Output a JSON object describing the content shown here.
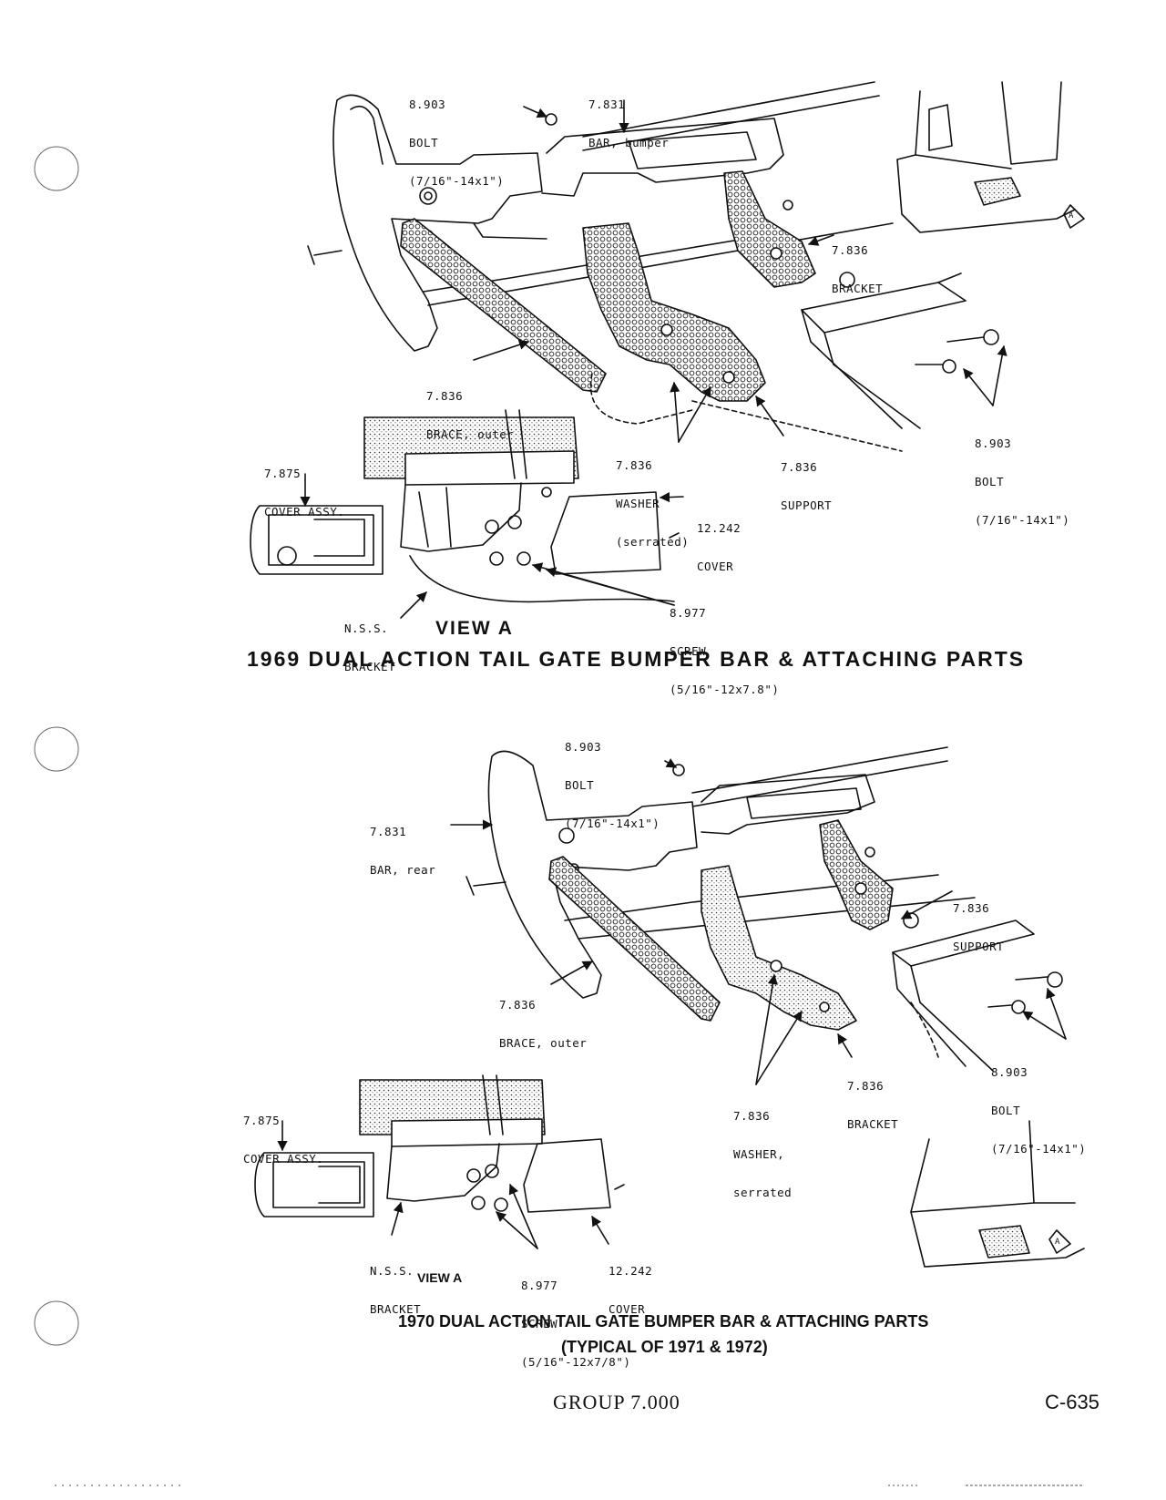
{
  "diagram1": {
    "title": "1969 DUAL ACTION TAIL GATE BUMPER BAR & ATTACHING PARTS",
    "view_label": "VIEW A",
    "callouts": [
      {
        "id": "bolt-top",
        "lines": [
          "8.903",
          "BOLT",
          "(7/16\"-14x1\")"
        ]
      },
      {
        "id": "bar-bumper",
        "lines": [
          "7.831",
          "BAR, bumper"
        ]
      },
      {
        "id": "bracket",
        "lines": [
          "7.836",
          "BRACKET"
        ]
      },
      {
        "id": "brace-outer",
        "lines": [
          "7.836",
          "BRACE, outer"
        ]
      },
      {
        "id": "bolt-right",
        "lines": [
          "8.903",
          "BOLT",
          "(7/16\"-14x1\")"
        ]
      },
      {
        "id": "cover-assy",
        "lines": [
          "7.875",
          "COVER ASSY."
        ]
      },
      {
        "id": "washer",
        "lines": [
          "7.836",
          "WASHER",
          "(serrated)"
        ]
      },
      {
        "id": "support",
        "lines": [
          "7.836",
          "SUPPORT"
        ]
      },
      {
        "id": "cover",
        "lines": [
          "12.242",
          "COVER"
        ]
      },
      {
        "id": "screw",
        "lines": [
          "8.977",
          "SCREW",
          "(5/16\"-12x7.8\")"
        ]
      },
      {
        "id": "nss-bracket",
        "lines": [
          "N.S.S.",
          "BRACKET"
        ]
      }
    ]
  },
  "diagram2": {
    "title": "1970 DUAL ACTION TAIL GATE BUMPER BAR & ATTACHING PARTS",
    "subtitle": "(TYPICAL OF 1971 & 1972)",
    "view_label": "VIEW A",
    "callouts": [
      {
        "id": "bolt-top",
        "lines": [
          "8.903",
          "BOLT",
          "(7/16\"-14x1\")"
        ]
      },
      {
        "id": "bar-rear",
        "lines": [
          "7.831",
          "BAR, rear"
        ]
      },
      {
        "id": "support",
        "lines": [
          "7.836",
          "SUPPORT"
        ]
      },
      {
        "id": "brace-outer",
        "lines": [
          "7.836",
          "BRACE, outer"
        ]
      },
      {
        "id": "bolt-right",
        "lines": [
          "8.903",
          "BOLT",
          "(7/16\"-14x1\")"
        ]
      },
      {
        "id": "bracket",
        "lines": [
          "7.836",
          "BRACKET"
        ]
      },
      {
        "id": "washer",
        "lines": [
          "7.836",
          "WASHER,",
          "serrated"
        ]
      },
      {
        "id": "cover-assy",
        "lines": [
          "7.875",
          "COVER ASSY."
        ]
      },
      {
        "id": "nss-bracket",
        "lines": [
          "N.S.S.",
          "BRACKET"
        ]
      },
      {
        "id": "screw",
        "lines": [
          "8.977",
          "SCREW",
          "(5/16\"-12x7/8\")"
        ]
      },
      {
        "id": "cover",
        "lines": [
          "12.242",
          "COVER"
        ]
      }
    ]
  },
  "footer": {
    "group": "GROUP 7.000",
    "page_number": "C-635"
  },
  "view_arrow_letter": "A"
}
